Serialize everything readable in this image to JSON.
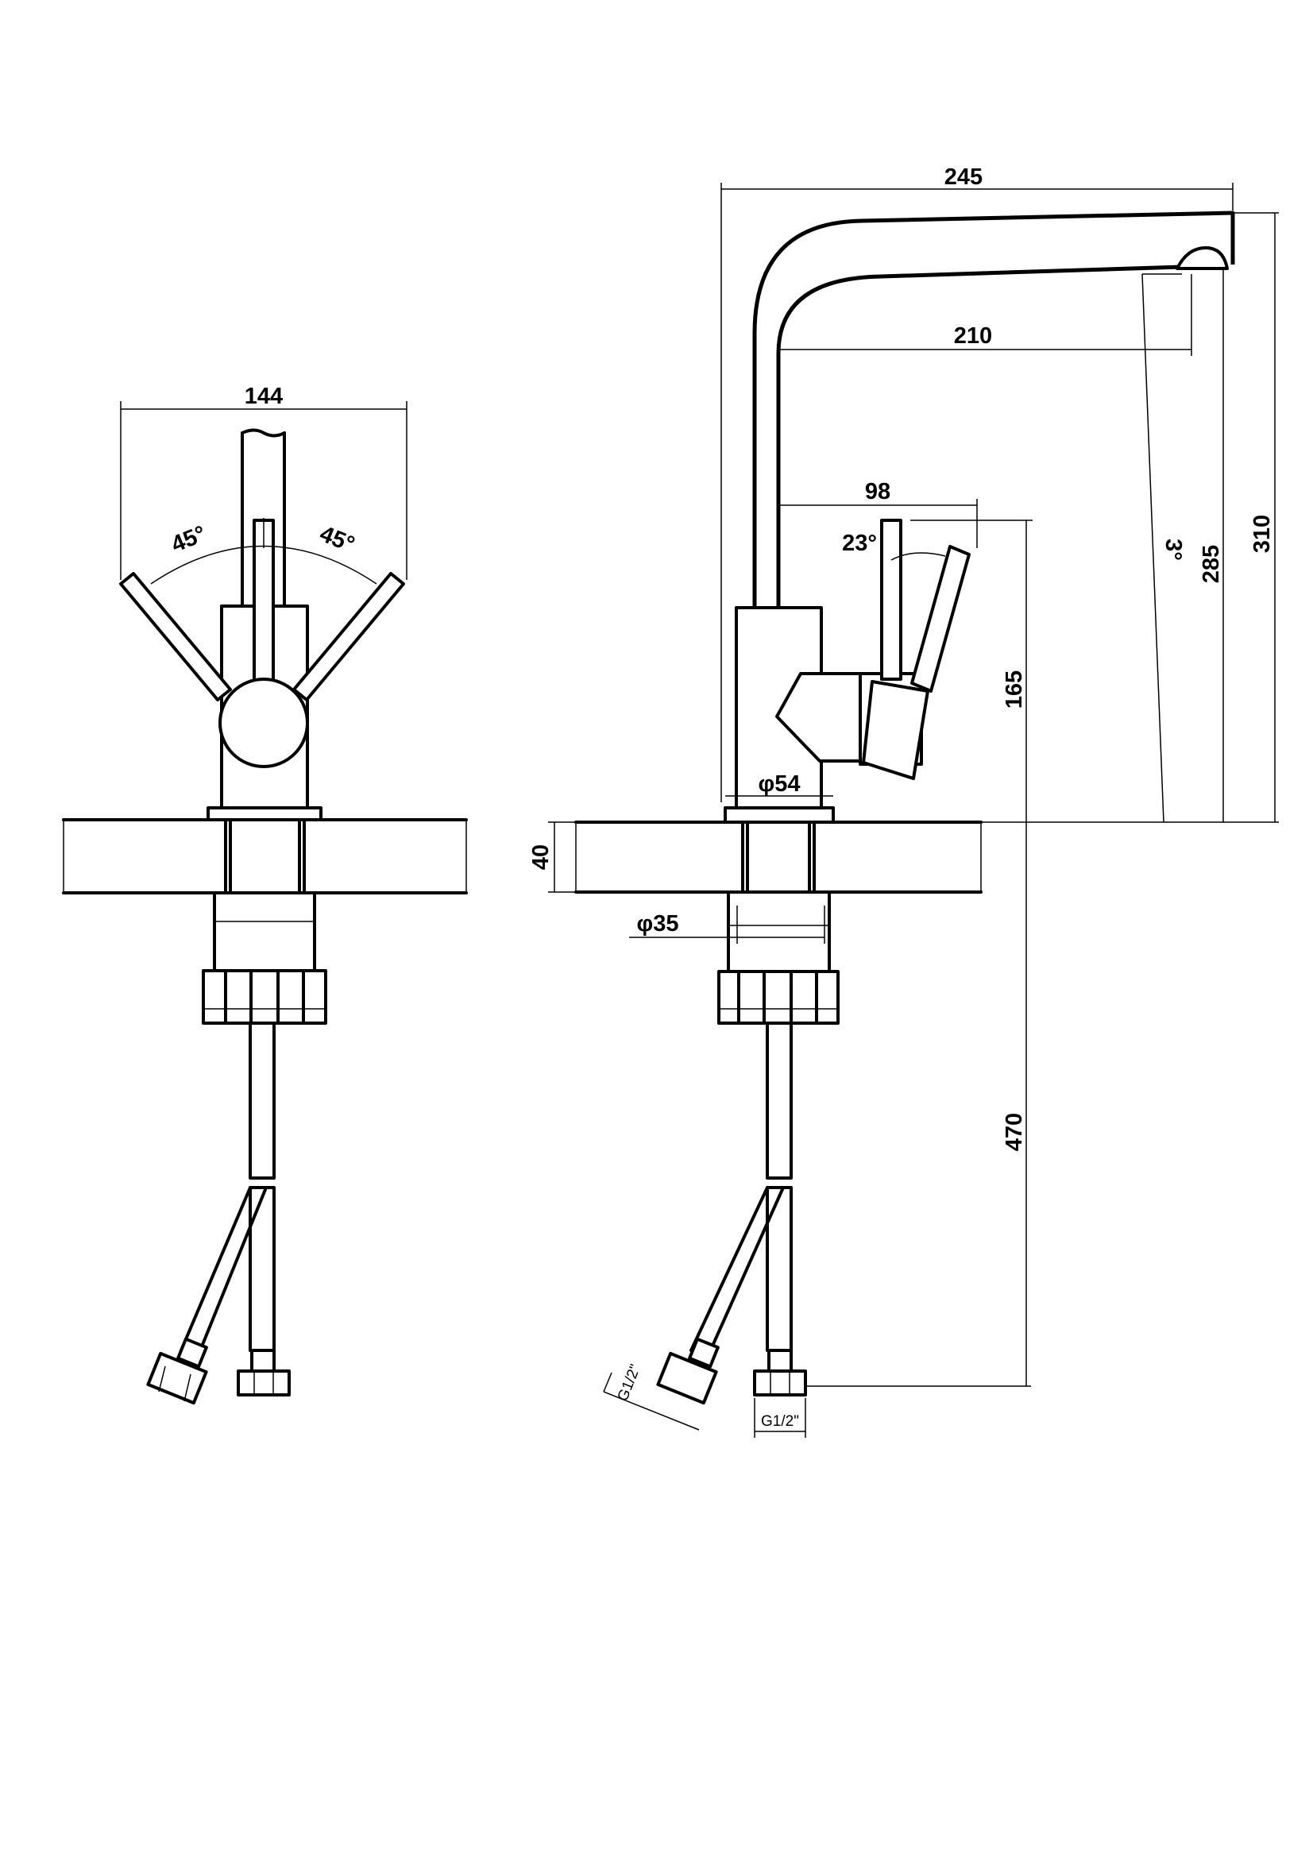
{
  "front_view": {
    "width": "144",
    "angle_left": "45°",
    "angle_right": "45°"
  },
  "side_view": {
    "overall_width": "245",
    "spout_reach": "210",
    "handle_reach": "98",
    "handle_tilt": "23°",
    "spout_tilt": "3°",
    "height_outlet": "285",
    "height_total": "310",
    "height_handle": "165",
    "base_diameter": "φ54",
    "countertop": "40",
    "shank_diameter": "φ35",
    "hose_length": "470",
    "thread_left": "G1/2\"",
    "thread_right": "G1/2\""
  }
}
